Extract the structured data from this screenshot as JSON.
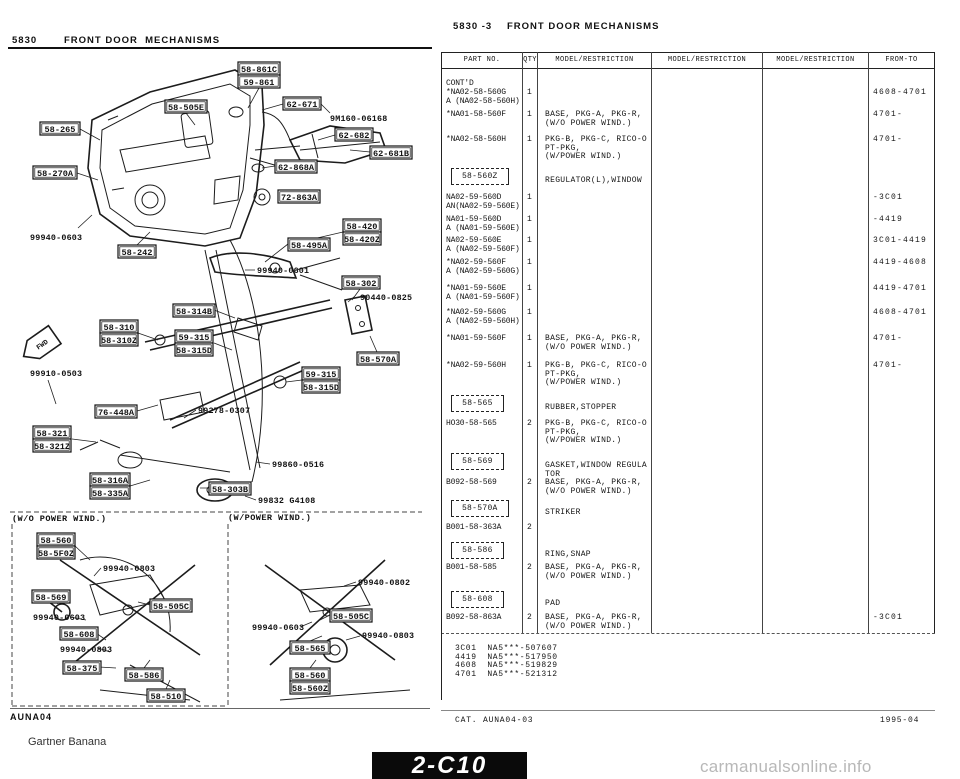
{
  "page": {
    "left_header_code": "5830",
    "left_header_title": "FRONT DOOR  MECHANISMS",
    "top_header_code": "5830 -3",
    "top_header_title": "FRONT DOOR MECHANISMS",
    "left_footer": "AUNA04",
    "catalog": "CAT. AUNA04-03",
    "date": "1995-04",
    "credit": "Gartner Banana",
    "page_tab": "2-C10",
    "watermark": "carmanualsonline.info"
  },
  "diagram": {
    "fwd_label": "FWD",
    "section_labels": [
      "(W/O POWER WIND.)",
      "(W/POWER WIND.)"
    ],
    "callouts": [
      "58-861C",
      "59-861",
      "58-505E",
      "62-671",
      "62-682",
      "58-265",
      "62-681B",
      "62-868A",
      "58-270A",
      "72-863A",
      "58-242",
      "58-420",
      "58-420Z",
      "58-495A",
      "58-302",
      "58-314B",
      "58-310",
      "58-310Z",
      "59-315",
      "58-315D",
      "58-570A",
      "59-315",
      "58-315D",
      "76-448A",
      "58-321",
      "58-321Z",
      "58-316A",
      "58-335A",
      "58-303B",
      "58-560",
      "58-5F0Z",
      "58-569",
      "58-505C",
      "58-608",
      "58-375",
      "58-586",
      "58-510",
      "58-505C",
      "58-565",
      "58-560",
      "58-560Z"
    ],
    "fasteners": [
      "9M160-06168",
      "99940-0603",
      "99940-0601",
      "90440-0825",
      "99910-0503",
      "99278-0307",
      "99860-0516",
      "99832 G4108",
      "99940-0803",
      "99940-0603",
      "99940-0803",
      "99940-0802",
      "99940-0603",
      "99940-0803"
    ]
  },
  "table": {
    "headers": [
      "PART NO.",
      "QTY",
      "MODEL/RESTRICTION",
      "MODEL/RESTRICTION",
      "MODEL/RESTRICTION",
      "FROM-TO"
    ],
    "cont_label": "CONT'D",
    "rows": [
      {
        "part": "*NA02-58-560G",
        "qty": "1",
        "sub": "A (NA02-58-560H)",
        "from_to": "4608-4701"
      },
      {
        "part": "*NA01-58-560F",
        "qty": "1",
        "restriction": [
          "BASE, PKG-A, PKG-R,",
          "(W/O POWER WIND.)"
        ],
        "from_to": "4701-"
      },
      {
        "part": "*NA02-58-560H",
        "qty": "1",
        "restriction": [
          "PKG-B, PKG-C, RICO-O",
          "PT-PKG,",
          "(W/POWER WIND.)"
        ],
        "from_to": "4701-"
      },
      {
        "group": "58-560Z",
        "desc": [
          "REGULATOR(L),WINDOW"
        ]
      },
      {
        "part": "NA02-59-560D",
        "qty": "1",
        "sub": "AN(NA02-59-560E)",
        "from_to": "-3C01"
      },
      {
        "part": "NA01-59-560D",
        "qty": "1",
        "sub": "A (NA01-59-560E)",
        "from_to": "-4419"
      },
      {
        "part": "NA02-59-560E",
        "qty": "1",
        "sub": "A (NA02-59-560F)",
        "from_to": "3C01-4419"
      },
      {
        "part": "*NA02-59-560F",
        "qty": "1",
        "sub": "A (NA02-59-560G)",
        "from_to": "4419-4608"
      },
      {
        "part": "*NA01-59-560E",
        "qty": "1",
        "sub": "A (NA01-59-560F)",
        "from_to": "4419-4701"
      },
      {
        "part": "*NA02-59-560G",
        "qty": "1",
        "sub": "A (NA02-59-560H)",
        "from_to": "4608-4701"
      },
      {
        "part": "*NA01-59-560F",
        "qty": "1",
        "restriction": [
          "BASE, PKG-A, PKG-R,",
          "(W/O POWER WIND.)"
        ],
        "from_to": "4701-"
      },
      {
        "part": "*NA02-59-560H",
        "qty": "1",
        "restriction": [
          "PKG-B, PKG-C, RICO-O",
          "PT-PKG,",
          "(W/POWER WIND.)"
        ],
        "from_to": "4701-"
      },
      {
        "group": "58-565",
        "desc": [
          "RUBBER,STOPPER"
        ]
      },
      {
        "part": "HO30-58-565",
        "qty": "2",
        "restriction": [
          "PKG-B, PKG-C, RICO-O",
          "PT-PKG,",
          "(W/POWER WIND.)"
        ]
      },
      {
        "group": "58-569",
        "desc": [
          "GASKET,WINDOW REGULA",
          "TOR"
        ]
      },
      {
        "part": "B092-58-569",
        "qty": "2",
        "restriction": [
          "BASE, PKG-A, PKG-R,",
          "(W/O POWER WIND.)"
        ]
      },
      {
        "group": "58-570A",
        "desc": [
          "STRIKER"
        ]
      },
      {
        "part": "B001-58-363A",
        "qty": "2"
      },
      {
        "group": "58-586",
        "desc": [
          "RING,SNAP"
        ]
      },
      {
        "part": "B001-58-585",
        "qty": "2",
        "restriction": [
          "BASE, PKG-A, PKG-R,",
          "(W/O POWER WIND.)"
        ]
      },
      {
        "group": "58-608",
        "desc": [
          "PAD"
        ]
      },
      {
        "part": "B092-58-863A",
        "qty": "2",
        "restriction": [
          "BASE, PKG-A, PKG-R,",
          "(W/O POWER WIND.)"
        ],
        "from_to": "-3C01"
      }
    ],
    "notes": [
      "3C01  NA5***-507607",
      "4419  NA5***-517950",
      "4608  NA5***-519829",
      "4701  NA5***-521312"
    ]
  }
}
